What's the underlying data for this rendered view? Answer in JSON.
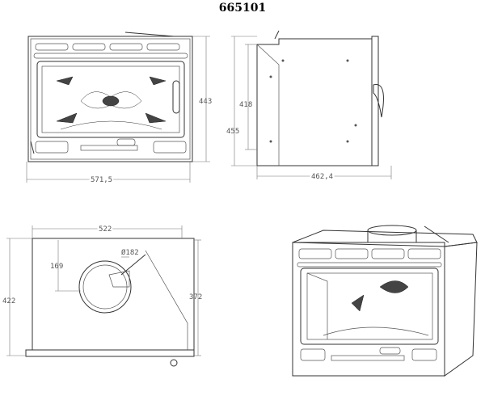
{
  "title": "665101",
  "front_view": {
    "height": "443",
    "width": "571,5"
  },
  "side_view": {
    "inner_height": "418",
    "height": "455",
    "depth": "462,4"
  },
  "top_view": {
    "width": "522",
    "flue_diameter": "Ø182",
    "flue_offset": "169",
    "depth": "422",
    "inner_depth": "372"
  }
}
